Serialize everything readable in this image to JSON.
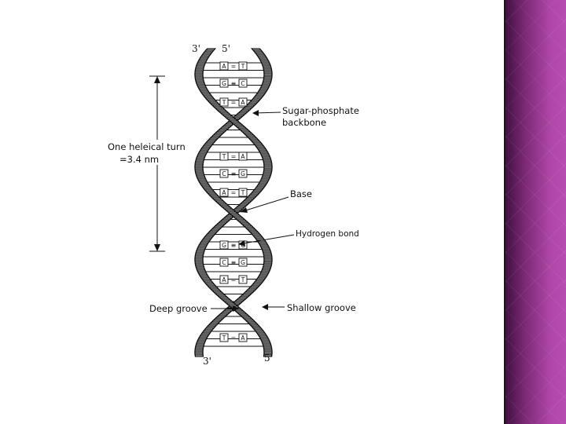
{
  "diagram": {
    "strand_labels": {
      "top_left": "3'",
      "top_right": "5'",
      "bottom_left": "3'",
      "bottom_right": "5'"
    },
    "turn_label_line1": "One heleical turn",
    "turn_label_line2": "=3.4 nm",
    "labels": {
      "sugar_phosphate_line1": "Sugar-phosphate",
      "sugar_phosphate_line2": "backbone",
      "base": "Base",
      "hydrogen_bond": "Hydrogen bond",
      "deep_groove": "Deep groove",
      "shallow_groove": "Shallow groove"
    },
    "base_pairs": [
      {
        "left": "A",
        "right": "T",
        "bond": "="
      },
      {
        "left": "G",
        "right": "C",
        "bond": "≡"
      },
      {
        "left": "T",
        "right": "A",
        "bond": "="
      },
      {
        "left": "T",
        "right": "A",
        "bond": "="
      },
      {
        "left": "C",
        "right": "G",
        "bond": "≡"
      },
      {
        "left": "A",
        "right": "T",
        "bond": "="
      },
      {
        "left": "G",
        "right": "C",
        "bond": "≡"
      },
      {
        "left": "C",
        "right": "G",
        "bond": "≡"
      },
      {
        "left": "A",
        "right": "T",
        "bond": "="
      },
      {
        "left": "T",
        "right": "A",
        "bond": "="
      }
    ]
  },
  "colors": {
    "sidebar_dark": "#3f0f3b",
    "sidebar_light": "#b84cb0",
    "ink": "#111111"
  }
}
